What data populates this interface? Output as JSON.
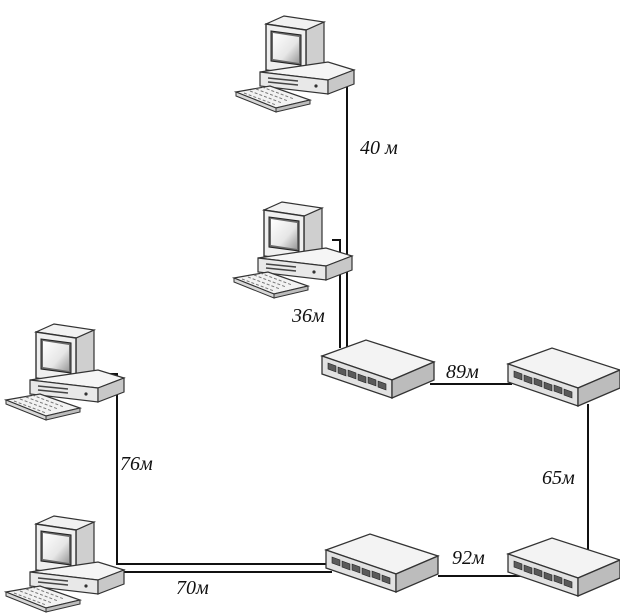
{
  "computers": [
    {
      "id": "pc1",
      "icon": "desktop-computer-icon"
    },
    {
      "id": "pc2",
      "icon": "desktop-computer-icon"
    },
    {
      "id": "pc3",
      "icon": "desktop-computer-icon"
    },
    {
      "id": "pc4",
      "icon": "desktop-computer-icon"
    }
  ],
  "switches": [
    {
      "id": "sw1",
      "icon": "network-switch-icon"
    },
    {
      "id": "sw2",
      "icon": "network-switch-icon"
    },
    {
      "id": "sw3",
      "icon": "network-switch-icon"
    },
    {
      "id": "sw4",
      "icon": "network-switch-icon"
    }
  ],
  "links": [
    {
      "from": "pc1",
      "to": "sw1",
      "label": "40 м"
    },
    {
      "from": "pc2",
      "to": "sw1",
      "label": "36м"
    },
    {
      "from": "sw1",
      "to": "sw2",
      "label": "89м"
    },
    {
      "from": "sw2",
      "to": "sw4",
      "label": "65м"
    },
    {
      "from": "pc3",
      "to": "sw3",
      "label": "76м"
    },
    {
      "from": "pc4",
      "to": "sw3",
      "label": "70м"
    },
    {
      "from": "sw3",
      "to": "sw4",
      "label": "92м"
    }
  ]
}
